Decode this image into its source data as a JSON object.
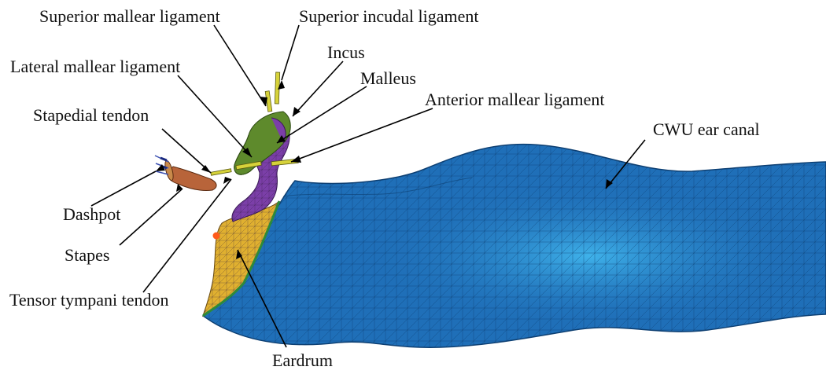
{
  "labels": {
    "superior_mallear_ligament": "Superior mallear ligament",
    "superior_incudal_ligament": "Superior incudal ligament",
    "incus": "Incus",
    "lateral_mallear_ligament": "Lateral mallear ligament",
    "malleus": "Malleus",
    "anterior_mallear_ligament": "Anterior mallear ligament",
    "stapedial_tendon": "Stapedial tendon",
    "cwu_ear_canal": "CWU ear canal",
    "dashpot": "Dashpot",
    "stapes": "Stapes",
    "tensor_tympani_tendon": "Tensor tympani tendon",
    "eardrum": "Eardrum"
  },
  "colors": {
    "ear_canal": "#1f6fb8",
    "ear_canal_highlight": "#3aa6e0",
    "mesh_line": "#0d3f72",
    "malleus": "#7b3fa8",
    "incus": "#5e8a2c",
    "eardrum": "#e0b030",
    "stapes": "#b8643a",
    "ligament": "#d6d23a",
    "dashpot": "#3a4fb0",
    "marker": "#ff5a1a"
  }
}
